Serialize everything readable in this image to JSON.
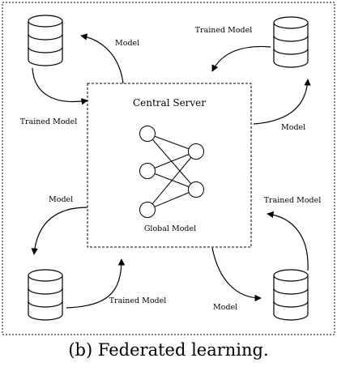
{
  "server": {
    "title": "Central Server",
    "model_label": "Global Model"
  },
  "clients": [
    {
      "name": "client-top-left",
      "label_down": "Trained Model",
      "label_up": "Model"
    },
    {
      "name": "client-top-right",
      "label_down": "Trained Model",
      "label_up": "Model"
    },
    {
      "name": "client-bottom-left",
      "label_down": "Trained Model",
      "label_up": "Model"
    },
    {
      "name": "client-bottom-right",
      "label_down": "Trained Model",
      "label_up": "Model"
    }
  ],
  "caption": "(b) Federated learning."
}
